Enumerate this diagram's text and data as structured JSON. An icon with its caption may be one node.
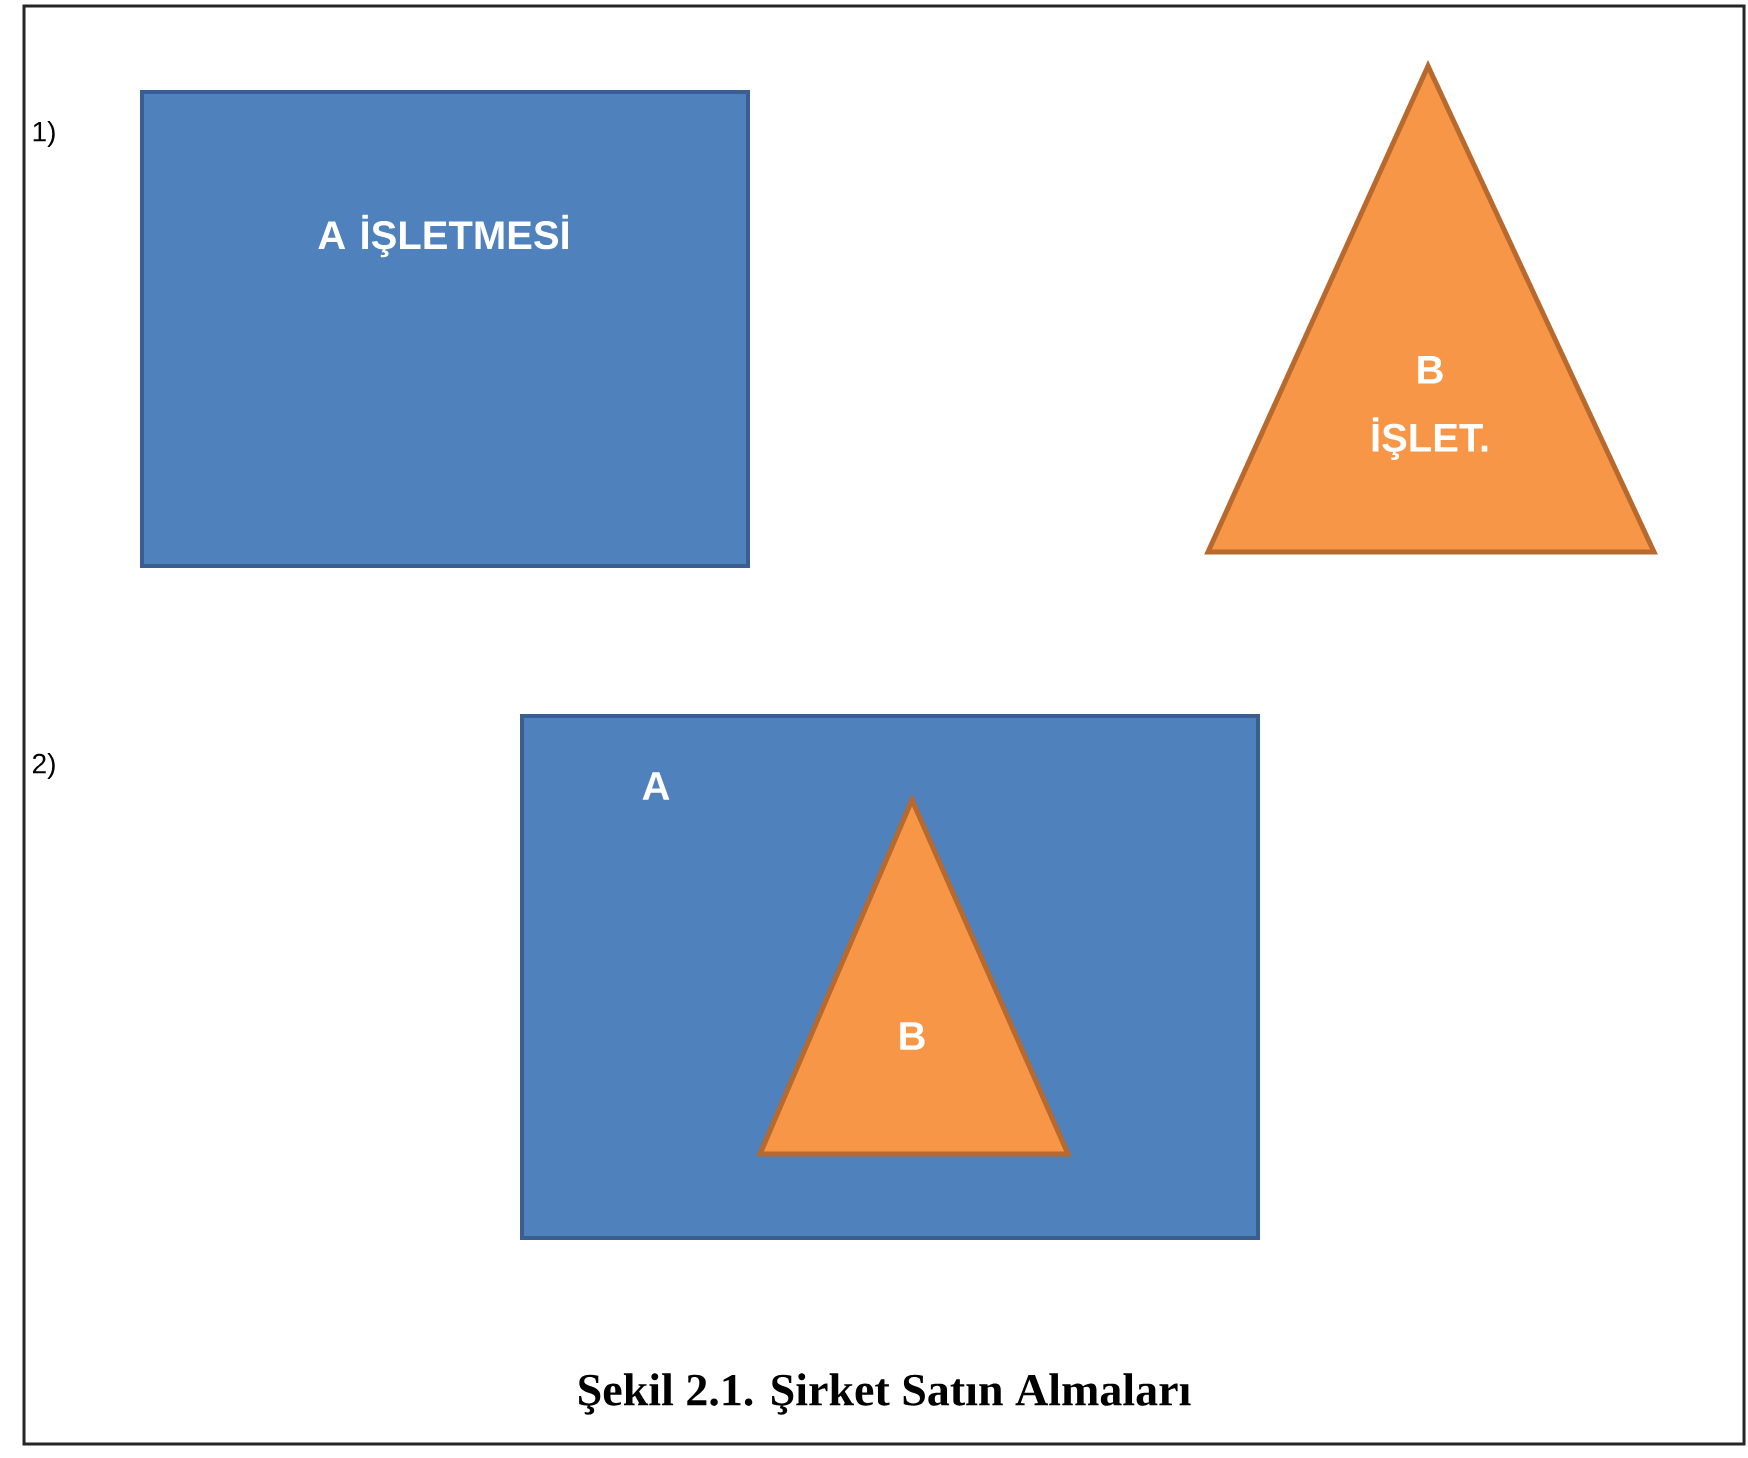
{
  "diagram": {
    "caption": "Şekil 2.1. Şirket Satın Almaları",
    "nodes": [
      {
        "text": [
          "A İŞLETMESİ"
        ]
      },
      {
        "text": [
          "B İŞLET."
        ]
      },
      {
        "text": [
          "A"
        ]
      },
      {
        "text": [
          "B"
        ],
        "in": 2
      }
    ],
    "labels": [
      "1)",
      "2)"
    ]
  }
}
